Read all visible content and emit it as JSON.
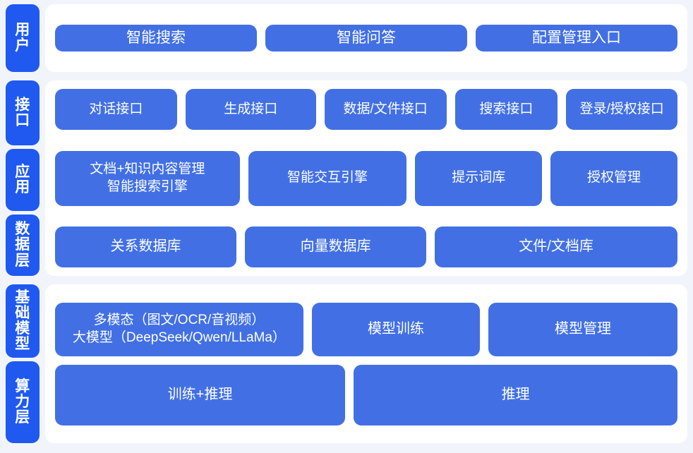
{
  "theme": {
    "background": "#f1f5fb",
    "panel_background": "#ffffff",
    "card_color": "#4270e4",
    "side_label_color": "#1f59f0",
    "text_color": "#ffffff"
  },
  "groups": [
    {
      "id": "user",
      "labels": [
        "用户"
      ],
      "rows": [
        {
          "id": "user-row",
          "cards": [
            "智能搜索",
            "智能问答",
            "配置管理入口"
          ]
        }
      ]
    },
    {
      "id": "middle",
      "labels": [
        "接口",
        "应用",
        "数据层"
      ],
      "rows": [
        {
          "id": "interface",
          "cards": [
            "对话接口",
            "生成接口",
            "数据/文件接口",
            "搜索接口",
            "登录/授权接口"
          ]
        },
        {
          "id": "application",
          "cards": [
            "文档+知识内容管理\n智能搜索引擎",
            "智能交互引擎",
            "提示词库",
            "授权管理"
          ]
        },
        {
          "id": "data",
          "cards": [
            "关系数据库",
            "向量数据库",
            "文件/文档库"
          ]
        }
      ]
    },
    {
      "id": "bottom",
      "labels": [
        "基础模型",
        "算力层"
      ],
      "rows": [
        {
          "id": "model",
          "cards": [
            "多模态（图文/OCR/音视频）\n大模型（DeepSeek/Qwen/LLaMa）",
            "模型训练",
            "模型管理"
          ]
        },
        {
          "id": "compute",
          "cards": [
            "训练+推理",
            "推理"
          ]
        }
      ]
    }
  ]
}
